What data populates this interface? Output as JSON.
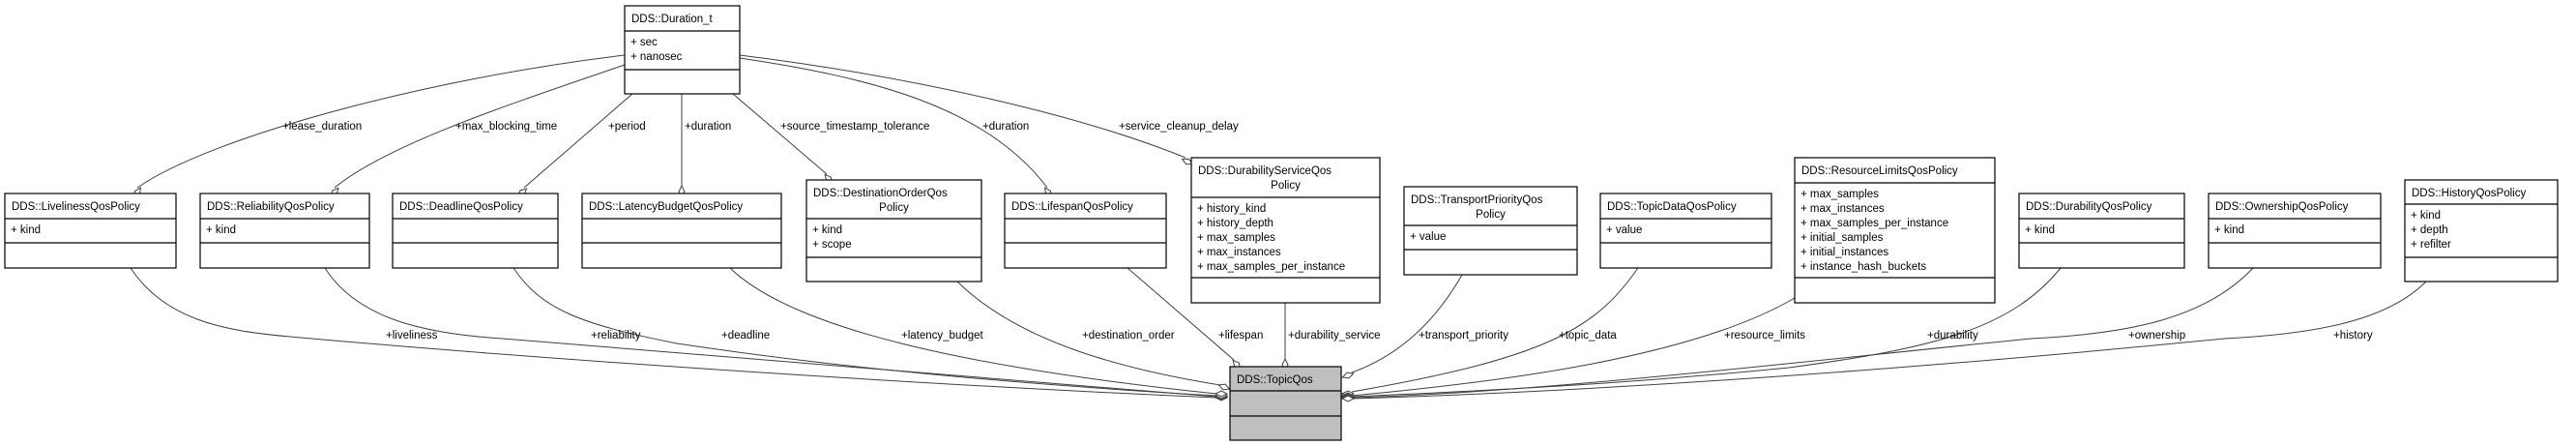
{
  "classes": [
    {
      "id": "duration",
      "name": [
        "DDS::Duration_t"
      ],
      "attributes": [
        "+ sec",
        "+ nanosec"
      ]
    },
    {
      "id": "liveliness",
      "name": [
        "DDS::LivelinessQosPolicy"
      ],
      "attributes": [
        "+ kind"
      ]
    },
    {
      "id": "reliability",
      "name": [
        "DDS::ReliabilityQosPolicy"
      ],
      "attributes": [
        "+ kind"
      ]
    },
    {
      "id": "deadline",
      "name": [
        "DDS::DeadlineQosPolicy"
      ],
      "attributes": []
    },
    {
      "id": "latency",
      "name": [
        "DDS::LatencyBudgetQosPolicy"
      ],
      "attributes": []
    },
    {
      "id": "destorder",
      "name": [
        "DDS::DestinationOrderQos",
        "Policy"
      ],
      "attributes": [
        "+ kind",
        "+ scope"
      ]
    },
    {
      "id": "lifespan",
      "name": [
        "DDS::LifespanQosPolicy"
      ],
      "attributes": []
    },
    {
      "id": "durservice",
      "name": [
        "DDS::DurabilityServiceQos",
        "Policy"
      ],
      "attributes": [
        "+ history_kind",
        "+ history_depth",
        "+ max_samples",
        "+ max_instances",
        "+ max_samples_per_instance"
      ]
    },
    {
      "id": "transport",
      "name": [
        "DDS::TransportPriorityQos",
        "Policy"
      ],
      "attributes": [
        "+ value"
      ]
    },
    {
      "id": "topicdata",
      "name": [
        "DDS::TopicDataQosPolicy"
      ],
      "attributes": [
        "+ value"
      ]
    },
    {
      "id": "resource",
      "name": [
        "DDS::ResourceLimitsQosPolicy"
      ],
      "attributes": [
        "+ max_samples",
        "+ max_instances",
        "+ max_samples_per_instance",
        "+ initial_samples",
        "+ initial_instances",
        "+ instance_hash_buckets"
      ]
    },
    {
      "id": "durability",
      "name": [
        "DDS::DurabilityQosPolicy"
      ],
      "attributes": [
        "+ kind"
      ]
    },
    {
      "id": "ownership",
      "name": [
        "DDS::OwnershipQosPolicy"
      ],
      "attributes": [
        "+ kind"
      ]
    },
    {
      "id": "history",
      "name": [
        "DDS::HistoryQosPolicy"
      ],
      "attributes": [
        "+ kind",
        "+ depth",
        "+ refilter"
      ]
    },
    {
      "id": "topicqos",
      "name": [
        "DDS::TopicQos"
      ],
      "attributes": [],
      "highlighted": true
    }
  ],
  "edges": [
    {
      "id": "e1",
      "from": "duration",
      "to": "liveliness",
      "label": "+lease_duration"
    },
    {
      "id": "e2",
      "from": "duration",
      "to": "reliability",
      "label": "+max_blocking_time"
    },
    {
      "id": "e3",
      "from": "duration",
      "to": "deadline",
      "label": "+period"
    },
    {
      "id": "e4",
      "from": "duration",
      "to": "latency",
      "label": "+duration"
    },
    {
      "id": "e5",
      "from": "duration",
      "to": "destorder",
      "label": "+source_timestamp_tolerance"
    },
    {
      "id": "e6",
      "from": "duration",
      "to": "lifespan",
      "label": "+duration"
    },
    {
      "id": "e7",
      "from": "duration",
      "to": "durservice",
      "label": "+service_cleanup_delay"
    },
    {
      "id": "e8",
      "from": "liveliness",
      "to": "topicqos",
      "label": "+liveliness"
    },
    {
      "id": "e9",
      "from": "reliability",
      "to": "topicqos",
      "label": "+reliability"
    },
    {
      "id": "e10",
      "from": "deadline",
      "to": "topicqos",
      "label": "+deadline"
    },
    {
      "id": "e11",
      "from": "latency",
      "to": "topicqos",
      "label": "+latency_budget"
    },
    {
      "id": "e12",
      "from": "destorder",
      "to": "topicqos",
      "label": "+destination_order"
    },
    {
      "id": "e13",
      "from": "lifespan",
      "to": "topicqos",
      "label": "+lifespan"
    },
    {
      "id": "e14",
      "from": "durservice",
      "to": "topicqos",
      "label": "+durability_service"
    },
    {
      "id": "e15",
      "from": "transport",
      "to": "topicqos",
      "label": "+transport_priority"
    },
    {
      "id": "e16",
      "from": "topicdata",
      "to": "topicqos",
      "label": "+topic_data"
    },
    {
      "id": "e17",
      "from": "resource",
      "to": "topicqos",
      "label": "+resource_limits"
    },
    {
      "id": "e18",
      "from": "durability",
      "to": "topicqos",
      "label": "+durability"
    },
    {
      "id": "e19",
      "from": "ownership",
      "to": "topicqos",
      "label": "+ownership"
    },
    {
      "id": "e20",
      "from": "history",
      "to": "topicqos",
      "label": "+history"
    }
  ],
  "colors": {
    "highlighted_class_fill": "#bfbfbf",
    "edge": "#404040"
  }
}
